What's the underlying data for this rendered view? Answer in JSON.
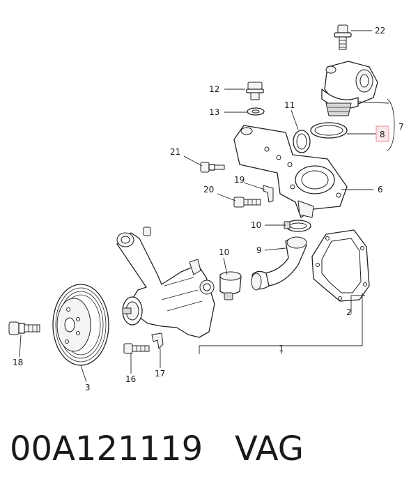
{
  "callouts": {
    "c1": "1",
    "c2": "2",
    "c3": "3",
    "c6": "6",
    "c7": "7",
    "c8": "8",
    "c9": "9",
    "c10a": "10",
    "c10b": "10",
    "c11": "11",
    "c12": "12",
    "c13": "13",
    "c16": "16",
    "c17": "17",
    "c18": "18",
    "c19": "19",
    "c20": "20",
    "c21": "21",
    "c22": "22"
  },
  "highlight": {
    "callout": "8",
    "border_color": "#e8a0a8",
    "fill_color": "#fbe6ea"
  },
  "footer": {
    "part_number": "00A121119",
    "brand": "VAG"
  }
}
